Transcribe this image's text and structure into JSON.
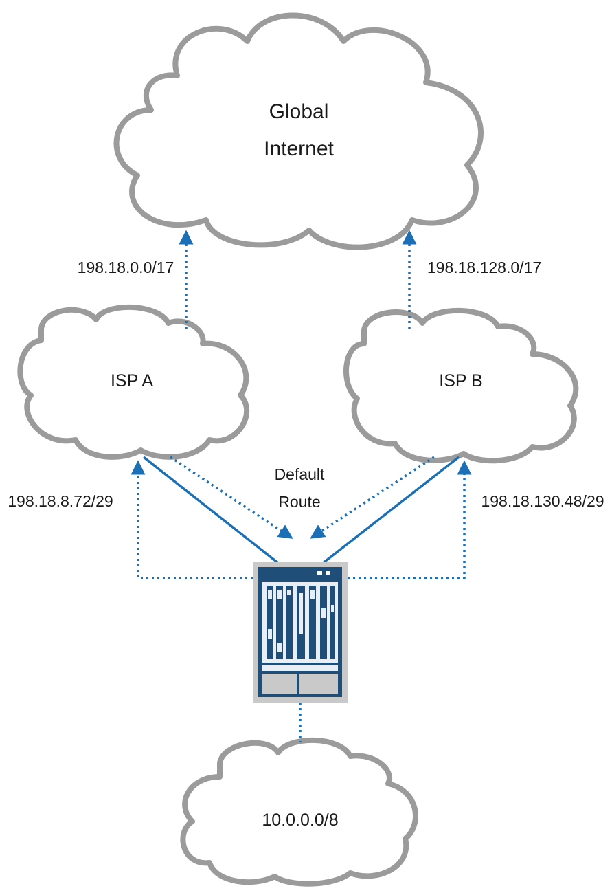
{
  "nodes": {
    "global_internet": {
      "line1": "Global",
      "line2": "Internet"
    },
    "isp_a": {
      "label": "ISP A"
    },
    "isp_b": {
      "label": "ISP B"
    },
    "local_network": {
      "label": "10.0.0.0/8"
    }
  },
  "links": {
    "isp_a_to_internet": "198.18.0.0/17",
    "isp_b_to_internet": "198.18.128.0/17",
    "router_to_isp_a": "198.18.8.72/29",
    "router_to_isp_b": "198.18.130.48/29",
    "default_route_line1": "Default",
    "default_route_line2": "Route"
  },
  "colors": {
    "link": "#1a6fb5",
    "cloud_outline": "#9b9b9b",
    "router_body": "#1f4e79"
  }
}
